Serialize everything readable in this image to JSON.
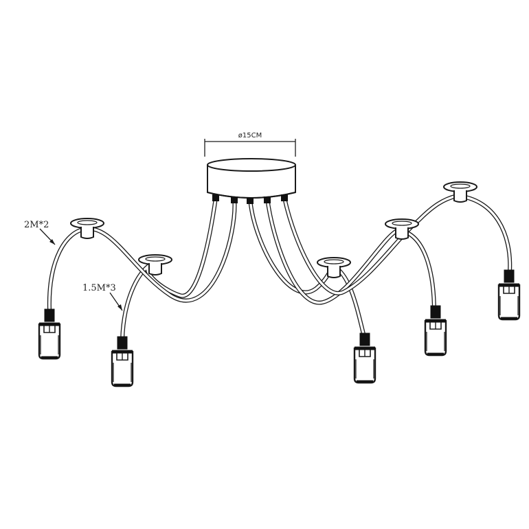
{
  "dimensions": {
    "canopy_diameter": "ø15CM",
    "long_cable": "2M*2",
    "short_cable": "1.5M*3"
  },
  "colors": {
    "ink": "#1a1a1a",
    "background": "#ffffff",
    "socket_collar": "#111111"
  }
}
